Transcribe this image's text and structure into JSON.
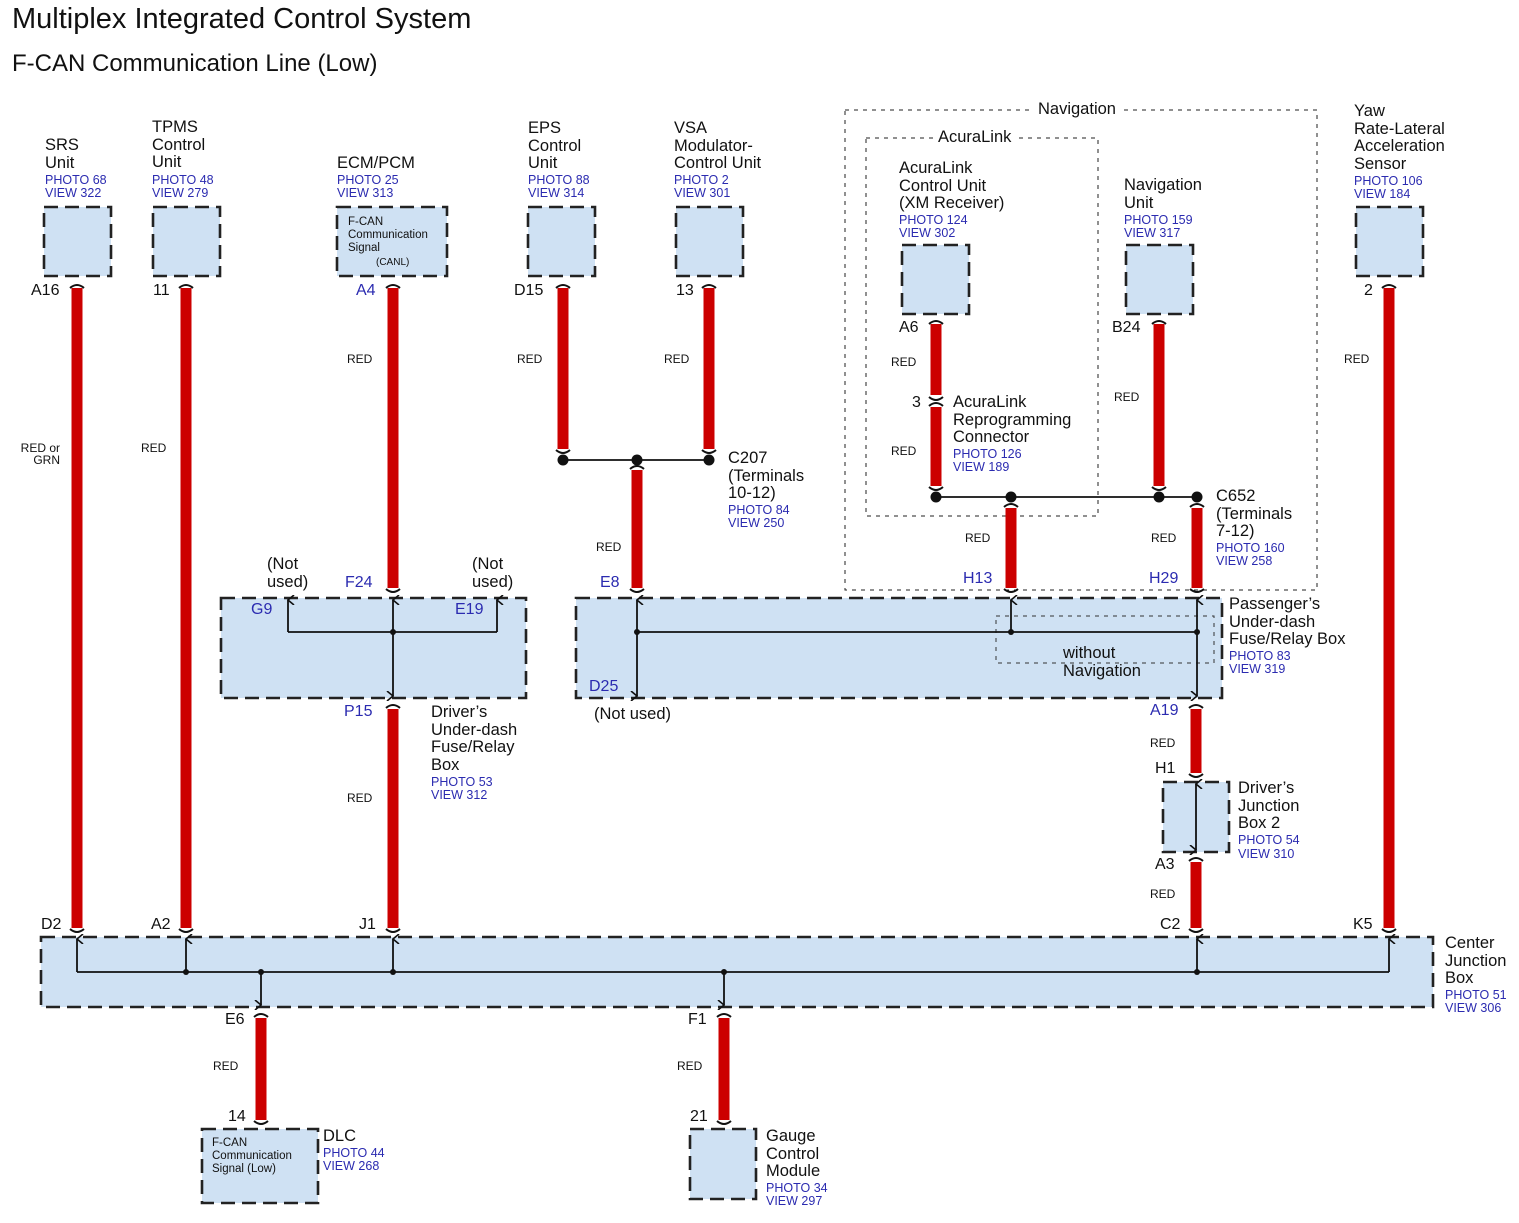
{
  "header": {
    "title": "Multiplex Integrated Control System",
    "subtitle": "F-CAN Communication Line (Low)"
  },
  "colors": {
    "wire": "#cc0000",
    "box_fill": "#cfe1f3",
    "reference_text": "#2b2bb0"
  },
  "groups": {
    "navigation": "Navigation",
    "acuralink": "AcuraLink",
    "without_navigation": "without\nNavigation"
  },
  "components": {
    "srs": {
      "name": "SRS\nUnit",
      "photo": "PHOTO 68",
      "view": "VIEW 322",
      "pin": "A16"
    },
    "tpms": {
      "name": "TPMS\nControl\nUnit",
      "photo": "PHOTO 48",
      "view": "VIEW 279",
      "pin": "11"
    },
    "ecm": {
      "name": "ECM/PCM",
      "photo": "PHOTO 25",
      "view": "VIEW 313",
      "pin": "A4",
      "inner": "F-CAN\nCommunication\nSignal",
      "inner_sub": "(CANL)"
    },
    "eps": {
      "name": "EPS\nControl\nUnit",
      "photo": "PHOTO 88",
      "view": "VIEW 314",
      "pin": "D15"
    },
    "vsa": {
      "name": "VSA\nModulator-\nControl Unit",
      "photo": "PHOTO 2",
      "view": "VIEW 301",
      "pin": "13"
    },
    "acuralink_unit": {
      "name": "AcuraLink\nControl Unit\n(XM Receiver)",
      "photo": "PHOTO 124",
      "view": "VIEW 302",
      "pin": "A6"
    },
    "acuralink_connector": {
      "name": "AcuraLink\nReprogramming\nConnector",
      "photo": "PHOTO 126",
      "view": "VIEW 189",
      "pin": "3"
    },
    "nav_unit": {
      "name": "Navigation\nUnit",
      "photo": "PHOTO 159",
      "view": "VIEW 317",
      "pin": "B24"
    },
    "yaw": {
      "name": "Yaw\nRate-Lateral\nAcceleration\nSensor",
      "photo": "PHOTO 106",
      "view": "VIEW 184",
      "pin": "2"
    },
    "c207": {
      "name": "C207\n(Terminals\n10-12)",
      "photo": "PHOTO 84",
      "view": "VIEW 250"
    },
    "c652": {
      "name": "C652\n(Terminals\n7-12)",
      "photo": "PHOTO 160",
      "view": "VIEW 258"
    },
    "driver_fuse": {
      "name": "Driver’s\nUnder-dash\nFuse/Relay\nBox",
      "photo": "PHOTO 53",
      "view": "VIEW 312",
      "pins": {
        "g9": "G9",
        "f24": "F24",
        "e19": "E19",
        "p15": "P15"
      },
      "not_used": "(Not\nused)"
    },
    "pass_fuse": {
      "name": "Passenger’s\nUnder-dash\nFuse/Relay Box",
      "photo": "PHOTO 83",
      "view": "VIEW 319",
      "pins": {
        "e8": "E8",
        "d25": "D25",
        "h13": "H13",
        "h29": "H29",
        "a19": "A19"
      },
      "not_used": "(Not used)"
    },
    "junction2": {
      "name": "Driver’s\nJunction\nBox 2",
      "photo": "PHOTO 54",
      "view": "VIEW 310",
      "pins": {
        "h1": "H1",
        "a3": "A3"
      }
    },
    "center_jb": {
      "name": "Center\nJunction\nBox",
      "photo": "PHOTO 51",
      "view": "VIEW 306",
      "pins": {
        "d2": "D2",
        "a2": "A2",
        "j1": "J1",
        "c2": "C2",
        "k5": "K5",
        "e6": "E6",
        "f1": "F1"
      }
    },
    "dlc": {
      "name": "DLC",
      "photo": "PHOTO 44",
      "view": "VIEW 268",
      "pin": "14",
      "inner": "F-CAN\nCommunication\nSignal (Low)"
    },
    "gauge": {
      "name": "Gauge\nControl\nModule",
      "photo": "PHOTO 34",
      "view": "VIEW 297",
      "pin": "21"
    }
  },
  "wires": {
    "srs": "RED or\nGRN",
    "tpms": "RED",
    "ecm": "RED",
    "eps": "RED",
    "vsa": "RED",
    "c207_out": "RED",
    "acuralink_top": "RED",
    "acuralink_bottom": "RED",
    "nav_unit": "RED",
    "h13": "RED",
    "h29": "RED",
    "p15": "RED",
    "yaw": "RED",
    "a19": "RED",
    "a3": "RED",
    "e6": "RED",
    "f1": "RED"
  }
}
